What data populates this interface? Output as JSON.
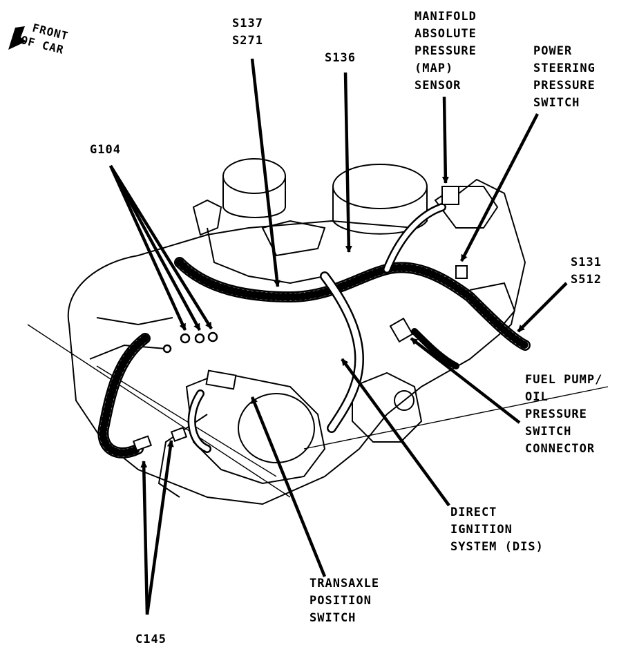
{
  "front_of_car": [
    "FRONT",
    "OF CAR"
  ],
  "labels": {
    "s137_s271": [
      "S137",
      "S271"
    ],
    "s136": [
      "S136"
    ],
    "map_sensor": [
      "MANIFOLD",
      "ABSOLUTE",
      "PRESSURE",
      "(MAP)",
      "SENSOR"
    ],
    "ps_switch": [
      "POWER",
      "STEERING",
      "PRESSURE",
      "SWITCH"
    ],
    "g104": [
      "G104"
    ],
    "s131_s512": [
      "S131",
      "S512"
    ],
    "fuel_pump": [
      "FUEL PUMP/",
      "OIL",
      "PRESSURE",
      "SWITCH",
      "CONNECTOR"
    ],
    "dis": [
      "DIRECT",
      "IGNITION",
      "SYSTEM (DIS)"
    ],
    "transaxle": [
      "TRANSAXLE",
      "POSITION",
      "SWITCH"
    ],
    "c145": [
      "C145"
    ]
  },
  "colors": {
    "ink": "#000000",
    "paper": "#ffffff"
  }
}
